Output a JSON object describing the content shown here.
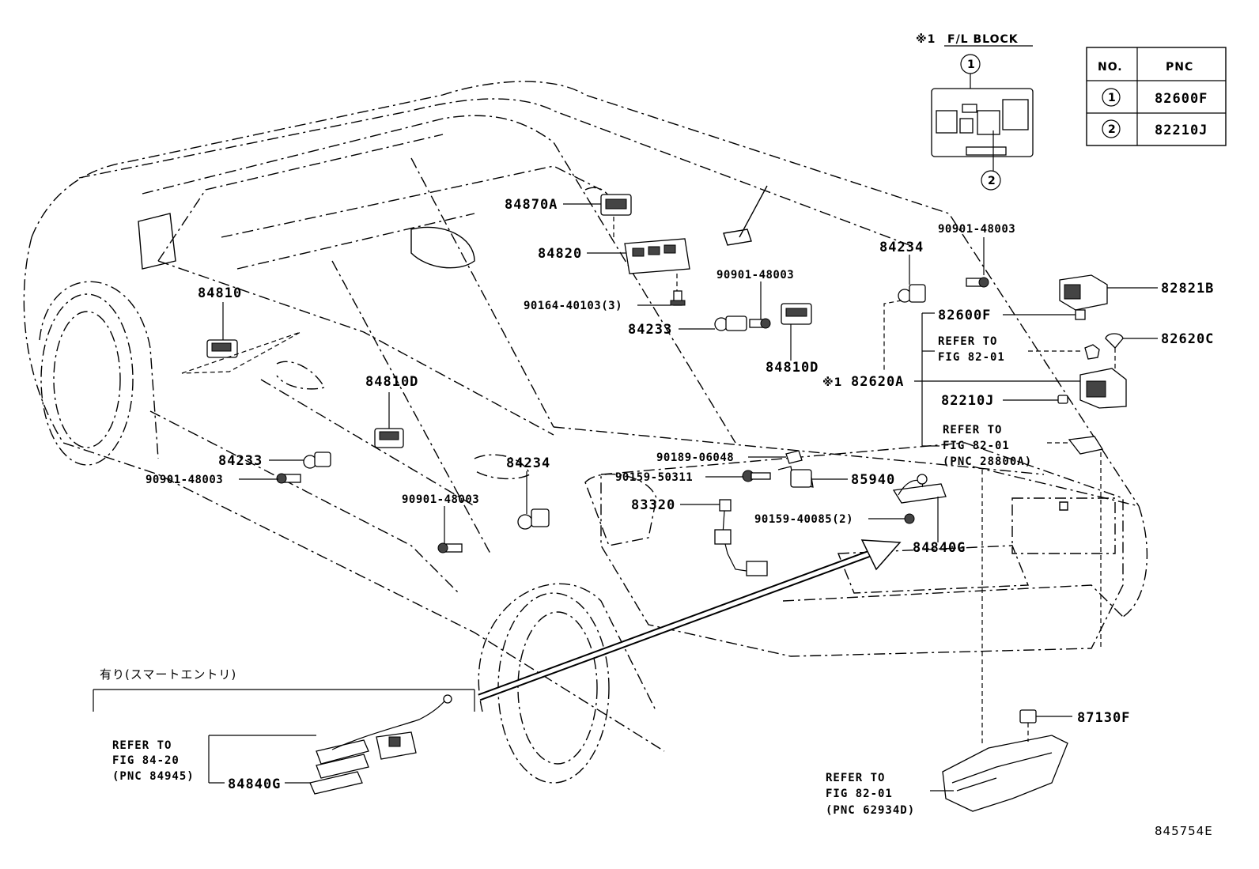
{
  "fl_block": {
    "mark": "※1",
    "title": "F/L BLOCK",
    "callout_1": "1",
    "callout_2": "2"
  },
  "pnc_table": {
    "header_no": "NO.",
    "header_pnc": "PNC",
    "rows": [
      {
        "no": "1",
        "pnc": "82600F"
      },
      {
        "no": "2",
        "pnc": "82210J"
      }
    ]
  },
  "parts": {
    "p84870A": "84870A",
    "p84820": "84820",
    "p84810_left": "84810",
    "p90164": "90164-40103(3)",
    "p84233_upper": "84233",
    "p90901_upper_mid": "90901-48003",
    "p84810D_upper": "84810D",
    "p84234_upper": "84234",
    "p90901_upper_right": "90901-48003",
    "p82821B": "82821B",
    "p82600F": "82600F",
    "p82620C": "82620C",
    "p82620A_mark": "※1",
    "p82620A": "82620A",
    "p82210J": "82210J",
    "p84810D_mid": "84810D",
    "p84233_lower": "84233",
    "p90901_lower_left": "90901-48003",
    "p84234_lower": "84234",
    "p90901_lower_mid": "90901-48003",
    "p90189": "90189-06048",
    "p90159_50311": "90159-50311",
    "p85940": "85940",
    "p83320": "83320",
    "p90159_40085": "90159-40085(2)",
    "p84840G_right": "84840G",
    "p87130F": "87130F",
    "p84840G_inset": "84840G"
  },
  "refer_notes": {
    "fig82_a": {
      "line1": "REFER TO",
      "line2": "FIG 82-01"
    },
    "fig82_b": {
      "line1": "REFER TO",
      "line2": "FIG 82-01",
      "line3": "(PNC 28800A)"
    },
    "fig82_c": {
      "line1": "REFER TO",
      "line2": "FIG  82-01",
      "line3": "(PNC 62934D)"
    },
    "fig84": {
      "line1": "REFER TO",
      "line2": "FIG 84-20",
      "line3": "(PNC 84945)"
    }
  },
  "inset": {
    "title": "有り(スマートエントリ)"
  },
  "figure_id": "845754E"
}
